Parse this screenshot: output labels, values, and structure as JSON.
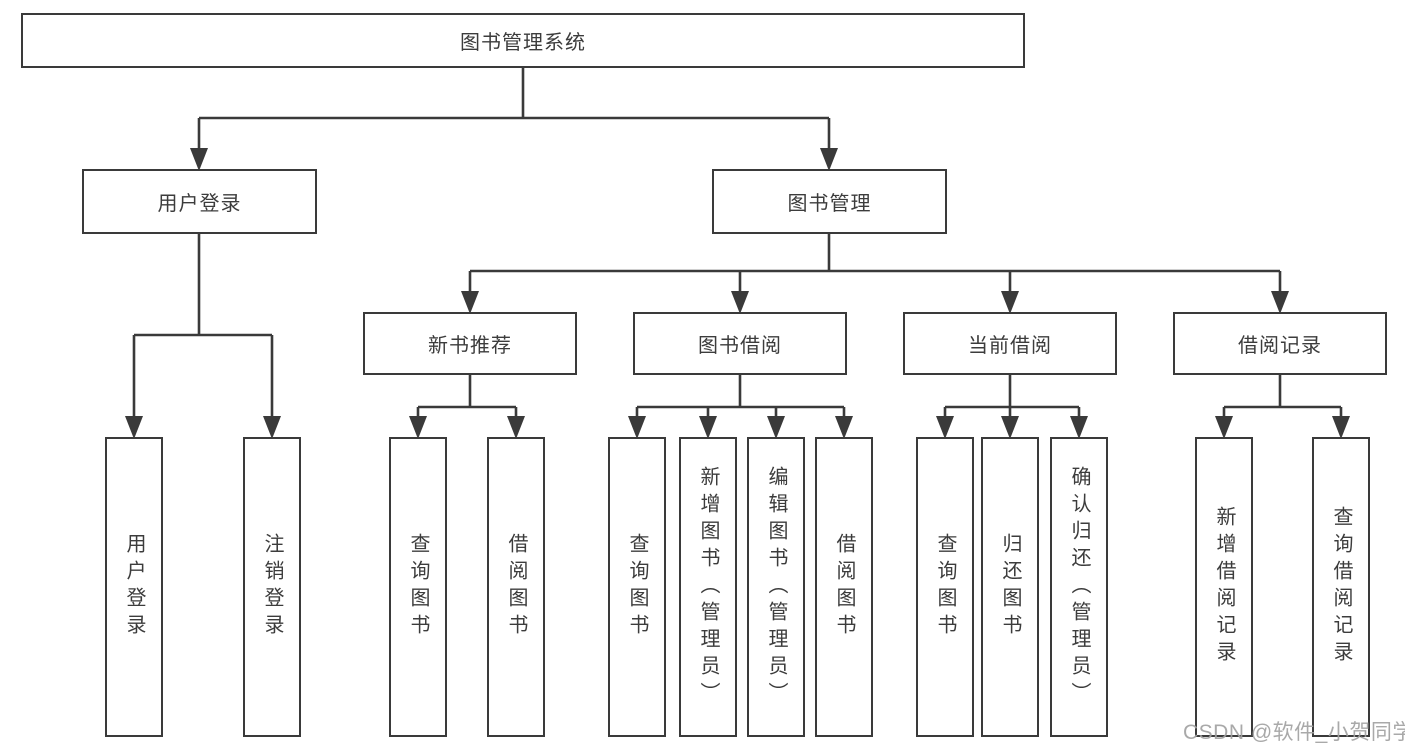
{
  "diagram_type": "hierarchy-tree",
  "colors": {
    "line": "#3a3a3a",
    "box_border": "#3a3a3a",
    "box_fill": "#ffffff",
    "text": "#3c3c3c",
    "watermark": "#a2a2a2",
    "background": "#ffffff"
  },
  "watermark": {
    "text": "CSDN @软件_小贺同学"
  },
  "tree": {
    "label": "图书管理系统",
    "children": [
      {
        "label": "用户登录",
        "children": [
          {
            "label": "用户登录"
          },
          {
            "label": "注销登录"
          }
        ]
      },
      {
        "label": "图书管理",
        "children": [
          {
            "label": "新书推荐",
            "children": [
              {
                "label": "查询图书"
              },
              {
                "label": "借阅图书"
              }
            ]
          },
          {
            "label": "图书借阅",
            "children": [
              {
                "label": "查询图书"
              },
              {
                "label": "新增图书（管理员）"
              },
              {
                "label": "编辑图书（管理员）"
              },
              {
                "label": "借阅图书"
              }
            ]
          },
          {
            "label": "当前借阅",
            "children": [
              {
                "label": "查询图书"
              },
              {
                "label": "归还图书"
              },
              {
                "label": "确认归还（管理员）"
              }
            ]
          },
          {
            "label": "借阅记录",
            "children": [
              {
                "label": "新增借阅记录"
              },
              {
                "label": "查询借阅记录"
              }
            ]
          }
        ]
      }
    ]
  }
}
